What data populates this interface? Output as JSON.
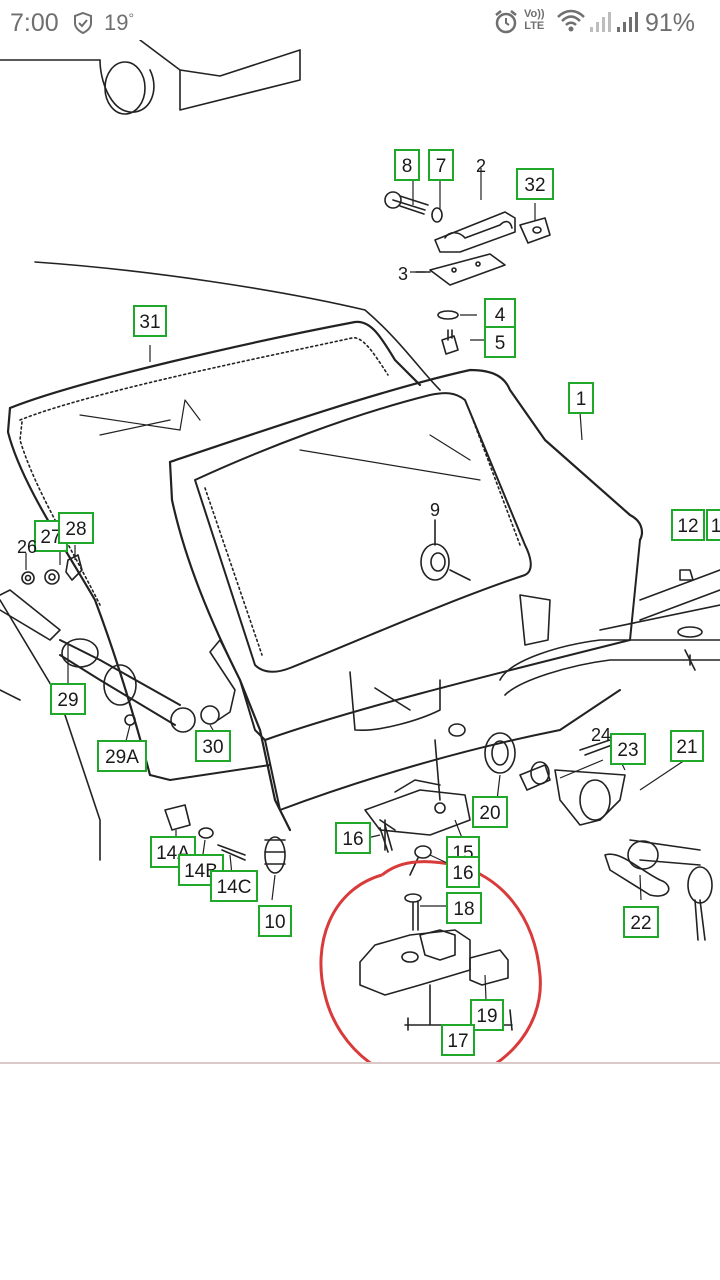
{
  "status_bar": {
    "time": "7:00",
    "temperature": "19",
    "degree": "°",
    "lte_top": "Vo))",
    "lte_bottom": "LTE",
    "battery": "91%",
    "icons": [
      "shield-icon",
      "alarm-icon",
      "wifi-icon",
      "signal-icon",
      "battery-icon"
    ]
  },
  "diagram": {
    "callouts": {
      "c8": "8",
      "c7": "7",
      "c32": "32",
      "c4": "4",
      "c5": "5",
      "c31": "31",
      "c1": "1",
      "c12": "12",
      "c1b": "1",
      "c27": "27",
      "c28": "28",
      "c29": "29",
      "c30": "30",
      "c29a": "29A",
      "c14a": "14A",
      "c14b": "14B",
      "c14c": "14C",
      "c10": "10",
      "c16": "16",
      "c15": "15",
      "c16b": "16",
      "c20": "20",
      "c23": "23",
      "c21": "21",
      "c22": "22",
      "c18": "18",
      "c19": "19",
      "c17": "17"
    },
    "plain_labels": {
      "l2": "2",
      "l3": "3",
      "l9": "9",
      "l26": "26",
      "l24": "24"
    },
    "highlight_color": "#d93a3a",
    "callout_color": "#1fa82a"
  }
}
